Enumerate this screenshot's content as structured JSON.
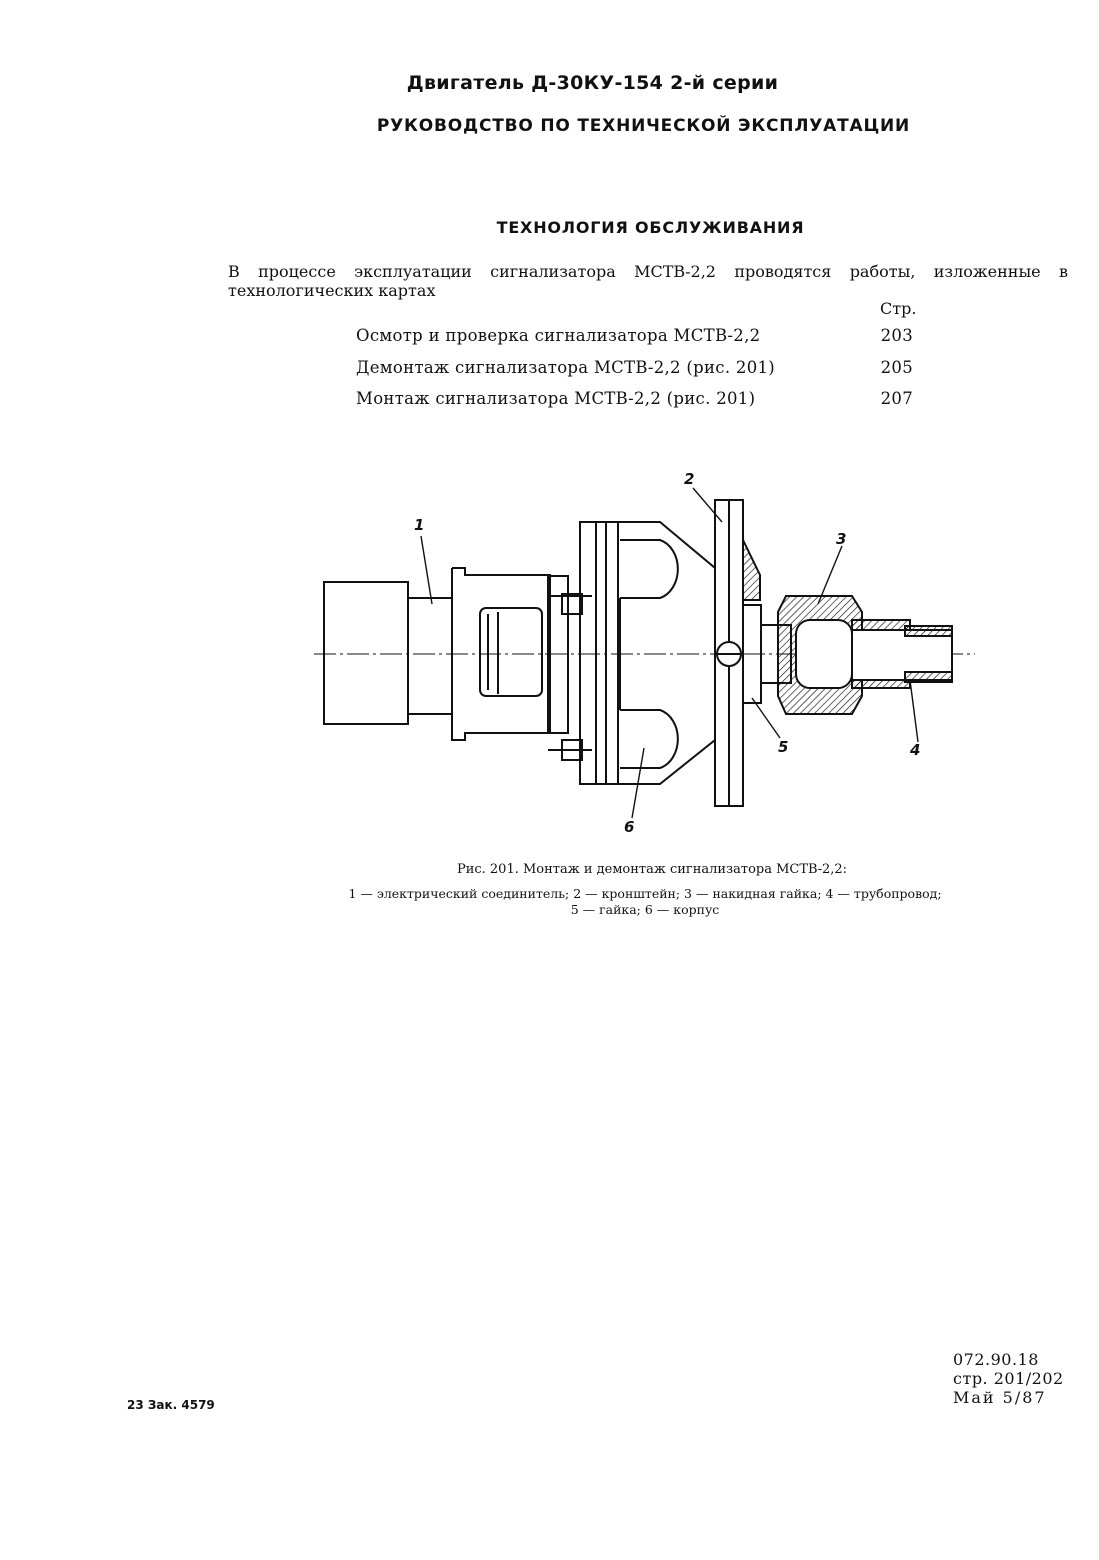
{
  "header": {
    "title": "Двигатель Д-30КУ-154 2-й серии",
    "subtitle": "РУКОВОДСТВО ПО ТЕХНИЧЕСКОЙ ЭКСПЛУАТАЦИИ"
  },
  "section": {
    "title": "ТЕХНОЛОГИЯ ОБСЛУЖИВАНИЯ",
    "intro": "В процессе эксплуатации сигнализатора МСТВ-2,2 проводятся работы, изложенные в технологических картах",
    "page_column_label": "Стр.",
    "toc": [
      {
        "title": "Осмотр и проверка сигнализатора МСТВ-2,2",
        "page": "203"
      },
      {
        "title": "Демонтаж сигнализатора МСТВ-2,2 (рис. 201)",
        "page": "205"
      },
      {
        "title": "Монтаж сигнализатора МСТВ-2,2 (рис. 201)",
        "page": "207"
      }
    ]
  },
  "figure": {
    "callouts": [
      "1",
      "2",
      "3",
      "4",
      "5",
      "6"
    ],
    "caption": "Рис. 201. Монтаж и демонтаж сигнализатора МСТВ-2,2:",
    "legend_line1": "1 — электрический соединитель; 2 — кронштейн; 3 — накидная гайка; 4 — трубопровод;",
    "legend_line2": "5 — гайка; 6 — корпус"
  },
  "footer": {
    "doc_code": "072.90.18",
    "pages": "стр. 201/202",
    "date": "Май 5/87",
    "order": "23 Зак. 4579"
  }
}
